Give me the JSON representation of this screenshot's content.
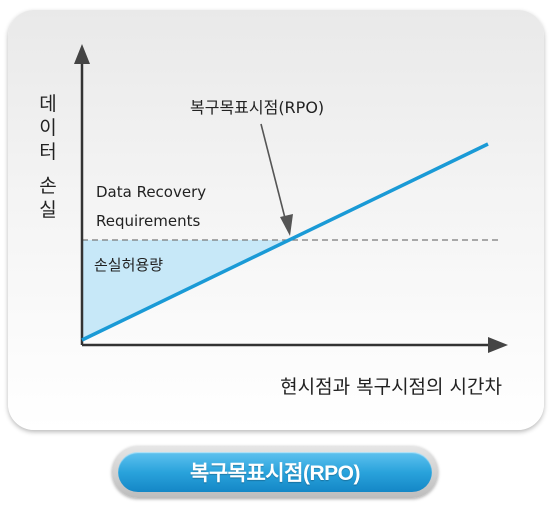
{
  "diagram": {
    "y_axis_label": [
      "데",
      "이",
      "터",
      "",
      "손",
      "실"
    ],
    "x_axis_label": "현시점과 복구시점의 시간차",
    "rpo_callout": "복구목표시점(RPO)",
    "requirement_label_line1": "Data Recovery",
    "requirement_label_line2": "Requirements",
    "tolerance_label": "손실허용량"
  },
  "button": {
    "label": "복구목표시점(RPO)"
  },
  "colors": {
    "line": "#1a9ad6",
    "tolerance_fill": "#c7e8f8",
    "axis": "#333333",
    "dashed_line": "#7a7a7a"
  }
}
